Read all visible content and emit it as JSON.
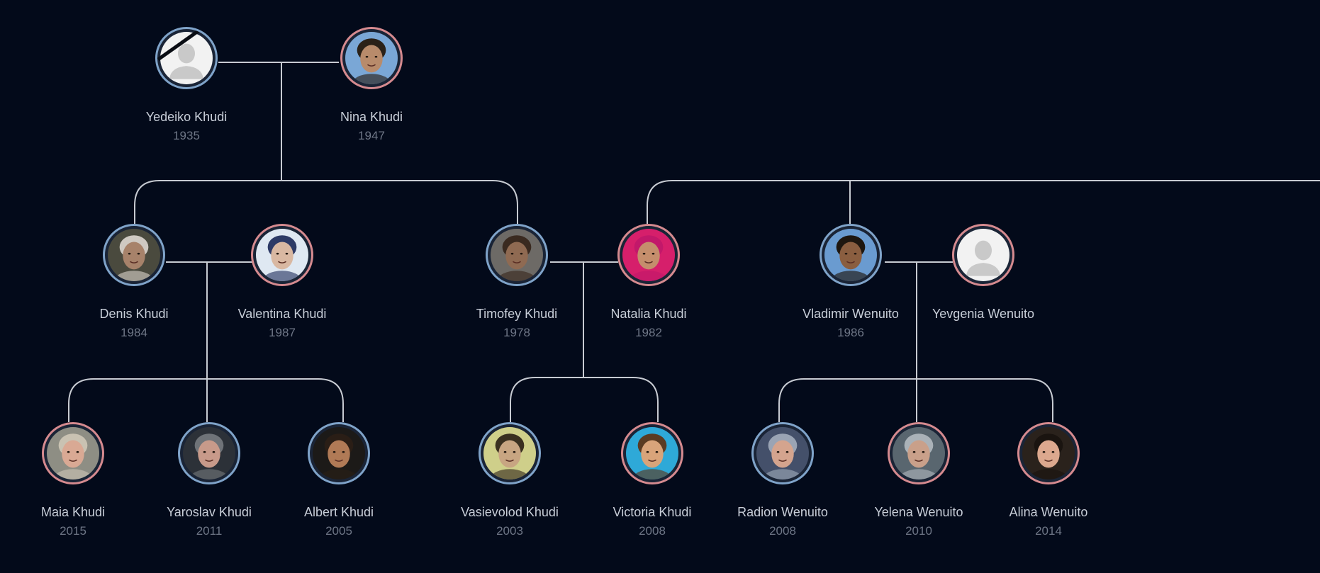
{
  "people": [
    {
      "id": "yedeiko",
      "name": "Yedeiko Khudi",
      "year": "1935",
      "gender": "male",
      "photo": "placeholder",
      "deceased": true
    },
    {
      "id": "nina",
      "name": "Nina Khudi",
      "year": "1947",
      "gender": "female",
      "photo": "portrait",
      "skin": "#b88b6b",
      "bg": "#7aa7d6",
      "hair": "#2a2118"
    },
    {
      "id": "denis",
      "name": "Denis Khudi",
      "year": "1984",
      "gender": "male",
      "photo": "portrait",
      "skin": "#a7826a",
      "bg": "#4a4a3e",
      "hair": "#cfc9c2"
    },
    {
      "id": "valentina",
      "name": "Valentina Khudi",
      "year": "1987",
      "gender": "female",
      "photo": "portrait",
      "skin": "#d9b8a2",
      "bg": "#dfe8f2",
      "hair": "#2d3a66"
    },
    {
      "id": "timofey",
      "name": "Timofey Khudi",
      "year": "1978",
      "gender": "male",
      "photo": "portrait",
      "skin": "#8f6a52",
      "bg": "#6d6a66",
      "hair": "#3a2a20"
    },
    {
      "id": "natalia",
      "name": "Natalia Khudi",
      "year": "1982",
      "gender": "female",
      "photo": "portrait",
      "skin": "#c58e6c",
      "bg": "#d61f6b",
      "hair": "#c2186a"
    },
    {
      "id": "vladimir",
      "name": "Vladimir Wenuito",
      "year": "1986",
      "gender": "male",
      "photo": "portrait",
      "skin": "#8a5e40",
      "bg": "#6a9bd0",
      "hair": "#1e1710"
    },
    {
      "id": "yevgenia",
      "name": "Yevgenia Wenuito",
      "year": "",
      "gender": "female",
      "photo": "placeholder",
      "deceased": false
    },
    {
      "id": "maia",
      "name": "Maia Khudi",
      "year": "2015",
      "gender": "female",
      "photo": "portrait",
      "skin": "#d9a994",
      "bg": "#8e8e84",
      "hair": "#c9c2b2"
    },
    {
      "id": "yaroslav",
      "name": "Yaroslav Khudi",
      "year": "2011",
      "gender": "male",
      "photo": "portrait",
      "skin": "#c89a8a",
      "bg": "#2c3138",
      "hair": "#6f7378"
    },
    {
      "id": "albert",
      "name": "Albert Khudi",
      "year": "2005",
      "gender": "male",
      "photo": "portrait",
      "skin": "#b07a56",
      "bg": "#1c1a18",
      "hair": "#2a1e16"
    },
    {
      "id": "vasievolod",
      "name": "Vasievolod Khudi",
      "year": "2003",
      "gender": "male",
      "photo": "portrait",
      "skin": "#c8a582",
      "bg": "#cfcf8a",
      "hair": "#3a3020"
    },
    {
      "id": "victoria",
      "name": "Victoria Khudi",
      "year": "2008",
      "gender": "female",
      "photo": "portrait",
      "skin": "#d9a47a",
      "bg": "#2ea9d8",
      "hair": "#5a3b22"
    },
    {
      "id": "radion",
      "name": "Radion Wenuito",
      "year": "2008",
      "gender": "male",
      "photo": "portrait",
      "skin": "#d4a48e",
      "bg": "#44506a",
      "hair": "#9aa4b4"
    },
    {
      "id": "yelena",
      "name": "Yelena Wenuito",
      "year": "2010",
      "gender": "female",
      "photo": "portrait",
      "skin": "#c9a08a",
      "bg": "#59666f",
      "hair": "#aab2b8"
    },
    {
      "id": "alina",
      "name": "Alina Wenuito",
      "year": "2014",
      "gender": "female",
      "photo": "portrait",
      "skin": "#dca88e",
      "bg": "#2a221c",
      "hair": "#1a1410"
    }
  ],
  "colors": {
    "background": "#030a1a",
    "line": "#c7cbd2",
    "male_ring": "#7fa3c9",
    "female_ring": "#d58a8f",
    "name_text": "#c8ced8",
    "year_text": "#6f7787",
    "placeholder_bg": "#f2f2f2",
    "placeholder_silhouette": "#c9c9c9"
  }
}
